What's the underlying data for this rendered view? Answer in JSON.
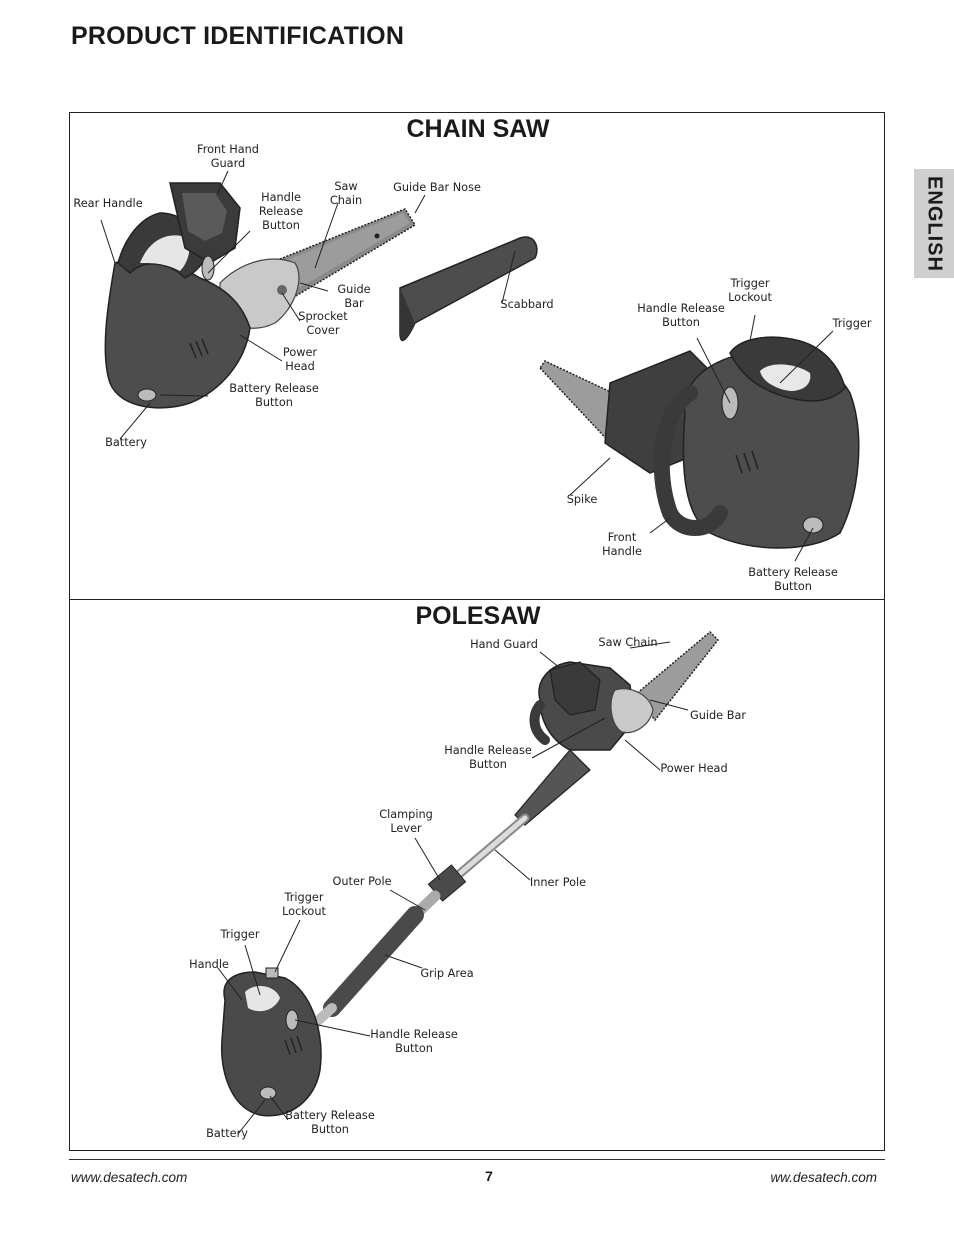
{
  "page": {
    "title": "PRODUCT IDENTIFICATION",
    "language_tab": "ENGLISH"
  },
  "chainsaw": {
    "title": "CHAIN SAW",
    "labels": {
      "front_hand_guard": "Front Hand\nGuard",
      "rear_handle": "Rear Handle",
      "handle_release_button": "Handle\nRelease\nButton",
      "saw_chain": "Saw\nChain",
      "guide_bar_nose": "Guide Bar Nose",
      "guide_bar": "Guide\nBar",
      "sprocket_cover": "Sprocket\nCover",
      "power_head": "Power\nHead",
      "battery_release_button": "Battery Release\nButton",
      "battery": "Battery",
      "scabbard": "Scabbard",
      "trigger_lockout": "Trigger\nLockout",
      "handle_release_button_2": "Handle Release\nButton",
      "trigger": "Trigger",
      "spike": "Spike",
      "front_handle": "Front\nHandle",
      "battery_release_button_2": "Battery Release\nButton"
    }
  },
  "polesaw": {
    "title": "POLESAW",
    "labels": {
      "hand_guard": "Hand Guard",
      "saw_chain": "Saw Chain",
      "guide_bar": "Guide Bar",
      "handle_release_button_top": "Handle Release\nButton",
      "power_head": "Power Head",
      "clamping_lever": "Clamping\nLever",
      "outer_pole": "Outer Pole",
      "inner_pole": "Inner Pole",
      "trigger_lockout": "Trigger\nLockout",
      "trigger": "Trigger",
      "handle": "Handle",
      "grip_area": "Grip Area",
      "handle_release_button_bottom": "Handle Release\nButton",
      "battery_release_button": "Battery Release\nButton",
      "battery": "Battery"
    }
  },
  "footer": {
    "left_url": "www.desatech.com",
    "page_number": "7",
    "right_url": "ww.desatech.com"
  }
}
